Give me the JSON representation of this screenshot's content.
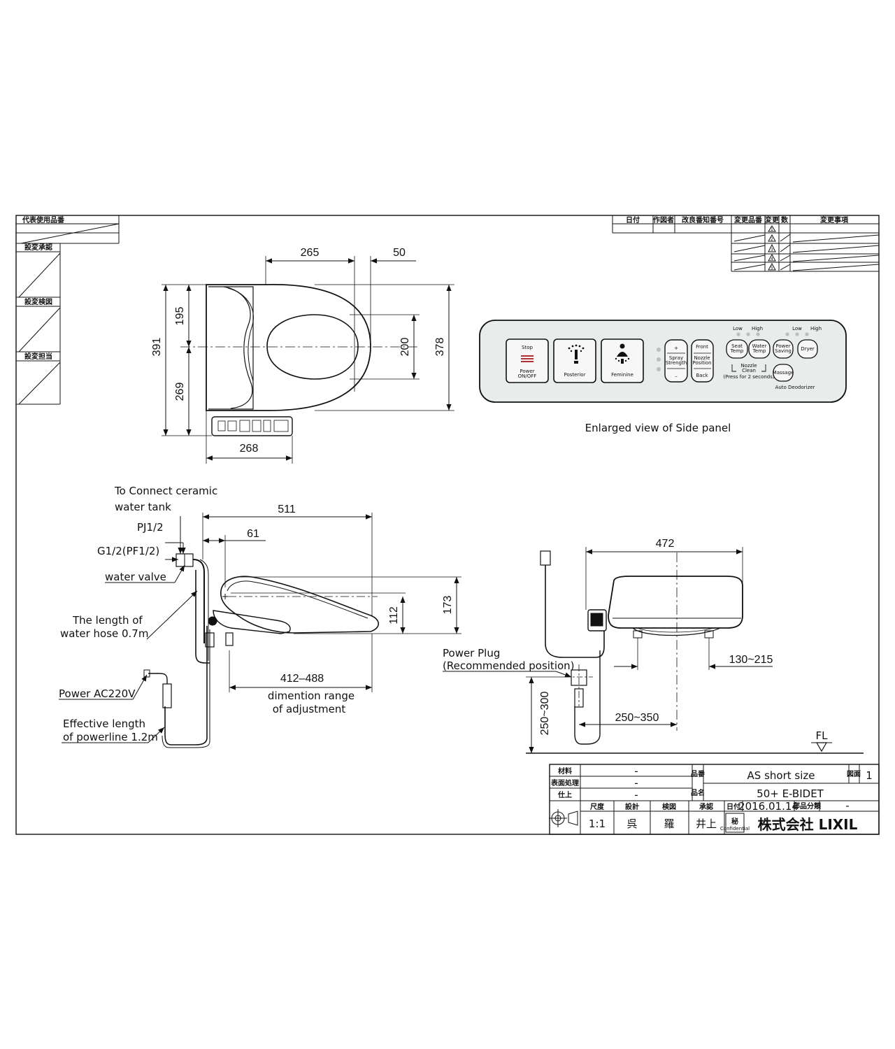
{
  "revision_block": {
    "left_header": "代表使用品番",
    "left_rows": [
      "設変承認",
      "設変検図",
      "設変担当"
    ],
    "columns": [
      "日付",
      "作図者",
      "改良番知番号",
      "変更品番",
      "変更",
      "数",
      "変更事項"
    ],
    "marks": [
      "1",
      "2",
      "3",
      "4",
      "5"
    ]
  },
  "top_view": {
    "dims": {
      "d265": "265",
      "d50": "50",
      "d195": "195",
      "d269": "269",
      "d391": "391",
      "d200": "200",
      "d378": "378",
      "d268": "268"
    }
  },
  "side_panel": {
    "caption": "Enlarged view of Side panel",
    "stop": "Stop",
    "power": "Power",
    "onoff": "ON/OFF",
    "posterior": "Posterior",
    "feminine": "Feminine",
    "plus": "+",
    "minus": "–",
    "spray": "Spray",
    "strength": "Strength",
    "front": "Front",
    "nozzle": "Nozzle",
    "position": "Position",
    "back": "Back",
    "low1": "Low",
    "high1": "High",
    "low2": "Low",
    "high2": "High",
    "seat": "Seat",
    "seat_temp": "Temp",
    "water": "Water",
    "water_temp": "Temp",
    "power_saving_1": "Power",
    "power_saving_2": "Saving",
    "dryer": "Dryer",
    "nozzle_clean_1": "Nozzle",
    "nozzle_clean_2": "Clean",
    "press_note": "(Press for 2 seconds)",
    "massage": "Massage",
    "auto_deodorizer": "Auto Deodorizer"
  },
  "side_view": {
    "connect_1": "To Connect ceramic",
    "connect_2": "water tank",
    "pj": "PJ1/2",
    "g": "G1/2(PF1/2)",
    "water_valve": "water valve",
    "hose_1": "The length of",
    "hose_2": "water hose 0.7m",
    "power": "Power AC220V",
    "eff_1": "Effective length",
    "eff_2": "of powerline 1.2m",
    "d511": "511",
    "d61": "61",
    "d112": "112",
    "d173": "173",
    "d412": "412–488",
    "range_1": "dimention range",
    "range_2": "of adjustment"
  },
  "rear_view": {
    "d472": "472",
    "plug_1": "Power Plug",
    "plug_2": "(Recommended position)",
    "d130": "130~215",
    "d250_300": "250~300",
    "d250_350": "250~350",
    "fl": "FL"
  },
  "title_block": {
    "material_label": "材料",
    "material_value": "–",
    "surface_label": "表面処理",
    "surface_value": "–",
    "finish_label": "仕上",
    "finish_value": "–",
    "name_label": "品番",
    "name_value": "AS short size",
    "part_label": "品名",
    "part_value": "50+ E-BIDET",
    "sheet_label": "図面",
    "sheet_value": "1",
    "scale_label": "尺度",
    "scale_value": "1:1",
    "design_label": "設計",
    "design_value": "呉",
    "check_label": "検図",
    "check_value": "羅",
    "approve_label": "承認",
    "approve_value": "井上",
    "date_label": "日付",
    "date_value": "2016.01.14",
    "class_label": "部品分類",
    "class_value": "-",
    "secret": "秘",
    "confidential": "Confidential",
    "company": "株式会社 LIXIL"
  }
}
